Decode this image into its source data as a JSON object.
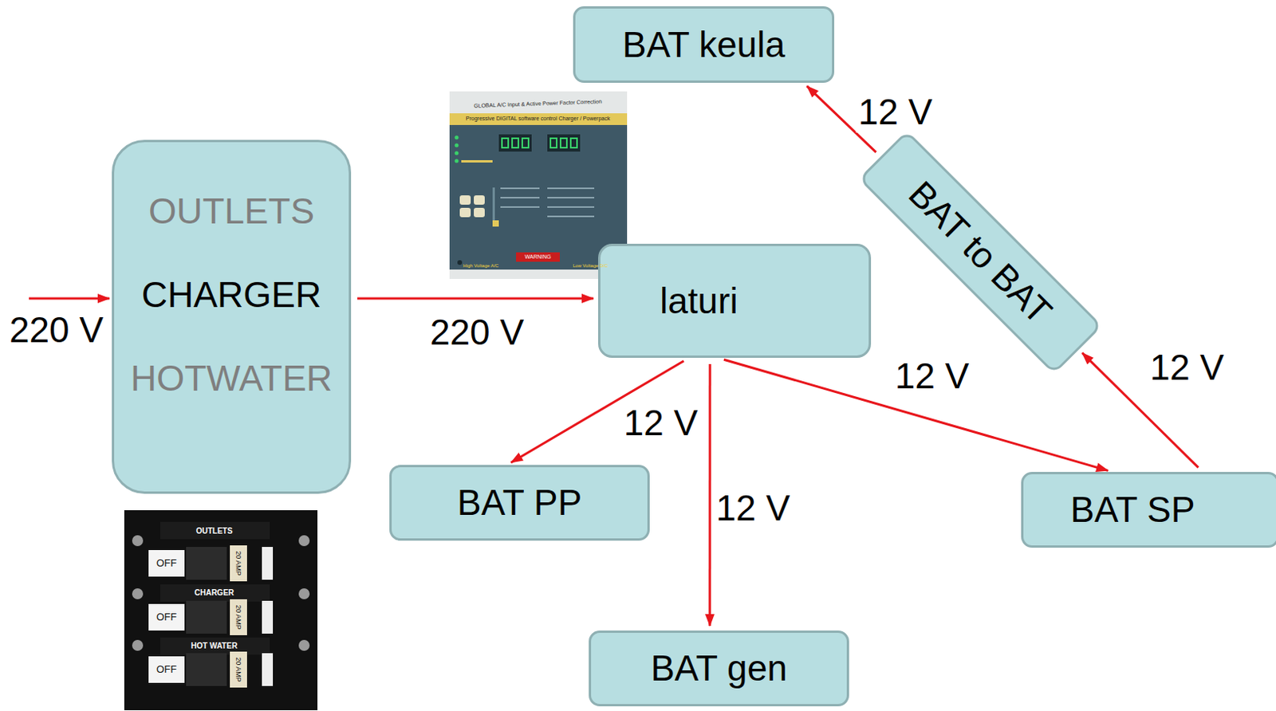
{
  "diagram": {
    "nodes": [
      {
        "text": [
          "OUTLETS",
          "CHARGER",
          "HOTWATER"
        ]
      },
      {
        "text": [
          "laturi"
        ]
      },
      {
        "text": [
          "BAT keula"
        ]
      },
      {
        "text": [
          "BAT to BAT"
        ]
      },
      {
        "text": [
          "BAT PP"
        ]
      },
      {
        "text": [
          "BAT gen"
        ]
      },
      {
        "text": [
          "BAT SP"
        ]
      }
    ],
    "edges": [
      {
        "from": 0,
        "to": 1,
        "label": "220 V",
        "arrow": "to"
      },
      {
        "from": 1,
        "to": 4,
        "label": "12 V",
        "arrow": "to"
      },
      {
        "from": 1,
        "to": 5,
        "label": "12 V",
        "arrow": "to"
      },
      {
        "from": 1,
        "to": 6,
        "label": "12 V",
        "arrow": "to"
      },
      {
        "from": 6,
        "to": 3,
        "label": "12 V",
        "arrow": "to"
      },
      {
        "from": 3,
        "to": 2,
        "label": "12 V",
        "arrow": "to"
      }
    ],
    "labels": [
      "220 V",
      "GLOBAL A/C Input & Active Power Factor Correction",
      "Progressive DIGITAL software control Charger / Powerpack",
      "WARNING",
      "High Voltage A/C",
      "Low Voltage D/C",
      "OUTLETS",
      "OFF",
      "CHARGER",
      "OFF",
      "HOT WATER",
      "OFF",
      "20 AMP",
      "20 AMP",
      "20 AMP"
    ]
  }
}
